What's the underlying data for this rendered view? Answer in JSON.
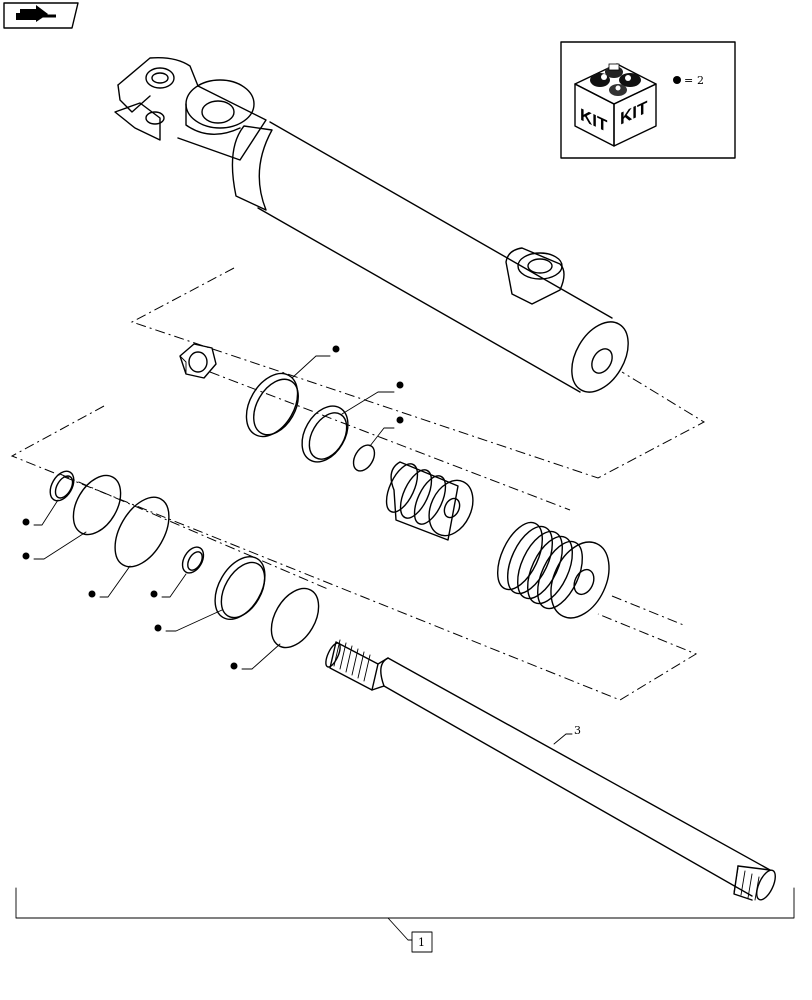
{
  "diagram": {
    "nav_icon": "forward-arrow-icon",
    "kit_legend": {
      "kit_word_left": "KIT",
      "kit_word_right": "KIT",
      "equals": "=",
      "ref": "2",
      "marker_icon": "filled-dot-icon"
    },
    "callouts": {
      "rod_ref": "3",
      "assembly_ref": "1"
    }
  }
}
